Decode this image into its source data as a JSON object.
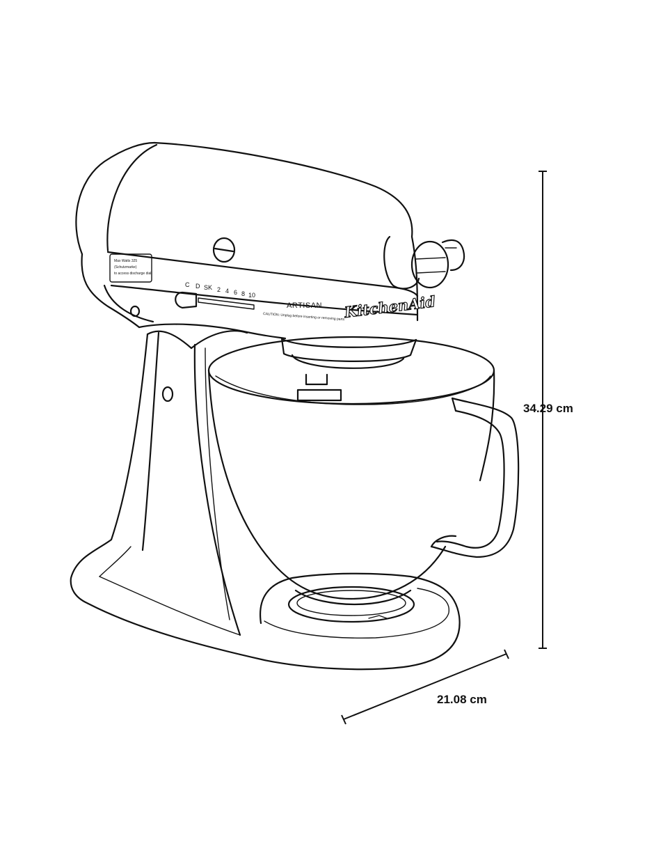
{
  "dimensions": {
    "height_label": "34.29 cm",
    "depth_label": "21.08 cm"
  },
  "mixer": {
    "model_label": "ARTISAN",
    "brand_label": "KitchenAid",
    "speed_labels": [
      "C",
      "D",
      "SK",
      "2",
      "4",
      "6",
      "8",
      "10"
    ],
    "panel_text_1": "Max Watts 325",
    "panel_text_2": "(Schutzmarke)",
    "panel_text_3": "to access discharge dial",
    "strip_text": "CAUTION: Unplug before inserting or removing parts"
  }
}
